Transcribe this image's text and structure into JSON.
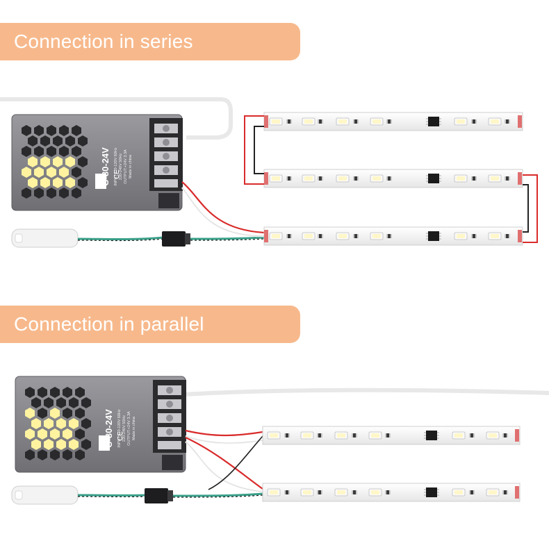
{
  "colors": {
    "banner": "#f7b98c",
    "wire_red": "#d92b2b",
    "wire_black": "#222222",
    "wire_white": "#f2f2f2",
    "strip": "#f4f4f4",
    "psu_body": "#8a8a8e",
    "led_yellow": "#fff3a0"
  },
  "sections": {
    "series": {
      "title": "Connection in series"
    },
    "parallel": {
      "title": "Connection in parallel"
    }
  },
  "power_supply": {
    "model": "C-80-24V",
    "input": "INPUT:110-120V 60Hz",
    "input2": "220-240V 50Hz",
    "output": "OUTPUT:+24V 3.3A",
    "made_in": "Made in china",
    "ce_mark": "CE"
  },
  "icons": {
    "remote": "ir-remote-icon",
    "connector": "jst-connector-icon",
    "chip": "ic-chip-icon",
    "led": "smd-led-icon"
  }
}
